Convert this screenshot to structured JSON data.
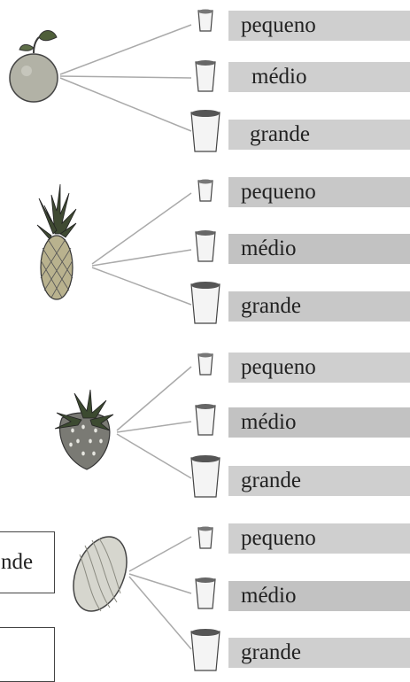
{
  "groups": [
    {
      "fruit_icon": "orange-icon",
      "options": [
        {
          "label": "pequeno",
          "cup_icon": "small-cup-icon"
        },
        {
          "label": "médio",
          "cup_icon": "medium-cup-icon"
        },
        {
          "label": "grande",
          "cup_icon": "large-cup-icon"
        }
      ]
    },
    {
      "fruit_icon": "pineapple-icon",
      "options": [
        {
          "label": "pequeno",
          "cup_icon": "small-cup-icon"
        },
        {
          "label": "médio",
          "cup_icon": "medium-cup-icon"
        },
        {
          "label": "grande",
          "cup_icon": "large-cup-icon"
        }
      ]
    },
    {
      "fruit_icon": "strawberry-icon",
      "options": [
        {
          "label": "pequeno",
          "cup_icon": "small-cup-icon"
        },
        {
          "label": "médio",
          "cup_icon": "medium-cup-icon"
        },
        {
          "label": "grande",
          "cup_icon": "large-cup-icon"
        }
      ]
    },
    {
      "fruit_icon": "melon-icon",
      "options": [
        {
          "label": "pequeno",
          "cup_icon": "small-cup-icon"
        },
        {
          "label": "médio",
          "cup_icon": "medium-cup-icon"
        },
        {
          "label": "grande",
          "cup_icon": "large-cup-icon"
        }
      ]
    }
  ],
  "side_box_text": "nde",
  "colors": {
    "bar": "#cfcfcf",
    "line": "#aaaaaa"
  }
}
